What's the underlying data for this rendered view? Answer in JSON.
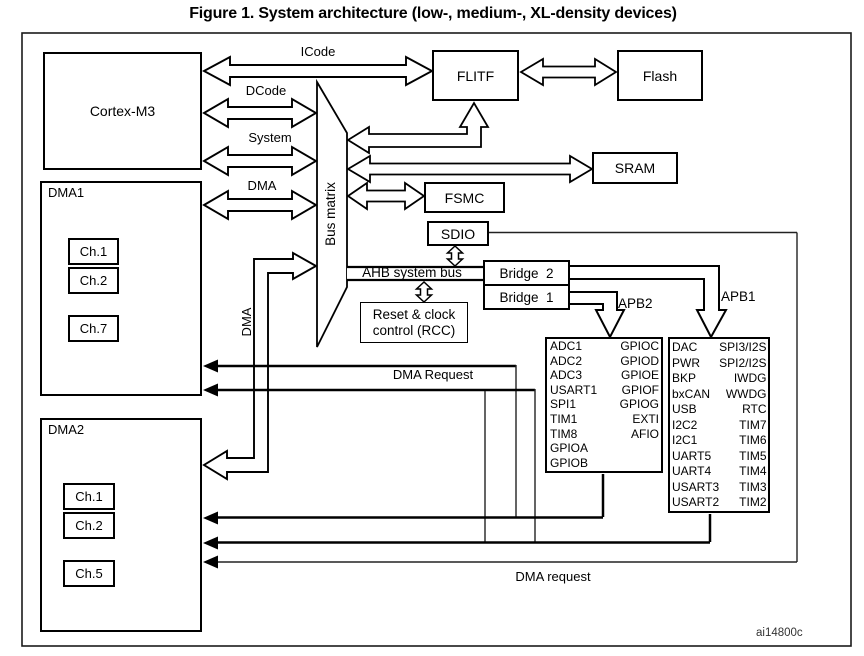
{
  "title": "Figure 1. System architecture (low-, medium-, XL-density devices)",
  "watermark": "ai14800c",
  "cpu": {
    "label": "Cortex-M3"
  },
  "bus_matrix": {
    "label": "Bus matrix"
  },
  "buses": {
    "icode": "ICode",
    "dcode": "DCode",
    "system": "System",
    "dma": "DMA",
    "dma_vertical": "DMA",
    "ahb": "AHB system bus"
  },
  "blocks": {
    "flitf": "FLITF",
    "flash": "Flash",
    "sram": "SRAM",
    "fsmc": "FSMC",
    "sdio": "SDIO",
    "bridge2": "Bridge  2",
    "bridge1": "Bridge  1",
    "rcc_line1": "Reset & clock",
    "rcc_line2": "control (RCC)"
  },
  "labels": {
    "apb2": "APB2",
    "apb1": "APB1",
    "dma_request_top": "DMA Request",
    "dma_request_bottom": "DMA request"
  },
  "apb2": {
    "left": [
      "ADC1",
      "ADC2",
      "ADC3",
      "USART1",
      "SPI1",
      "TIM1",
      "TIM8",
      "GPIOA",
      "GPIOB"
    ],
    "right": [
      "GPIOC",
      "GPIOD",
      "GPIOE",
      "GPIOF",
      "GPIOG",
      "EXTI",
      "AFIO"
    ]
  },
  "apb1": {
    "left": [
      "DAC",
      "PWR",
      "BKP",
      "bxCAN",
      "USB",
      "I2C2",
      "I2C1",
      "UART5",
      "UART4",
      "USART3",
      "USART2"
    ],
    "right": [
      "SPI3/I2S",
      "SPI2/I2S",
      "IWDG",
      "WWDG",
      "RTC",
      "TIM7",
      "TIM6",
      "TIM5",
      "TIM4",
      "TIM3",
      "TIM2"
    ]
  },
  "dma1": {
    "label": "DMA1",
    "channels": [
      "Ch.1",
      "Ch.2",
      "Ch.7"
    ]
  },
  "dma2": {
    "label": "DMA2",
    "channels": [
      "Ch.1",
      "Ch.2",
      "Ch.5"
    ]
  }
}
